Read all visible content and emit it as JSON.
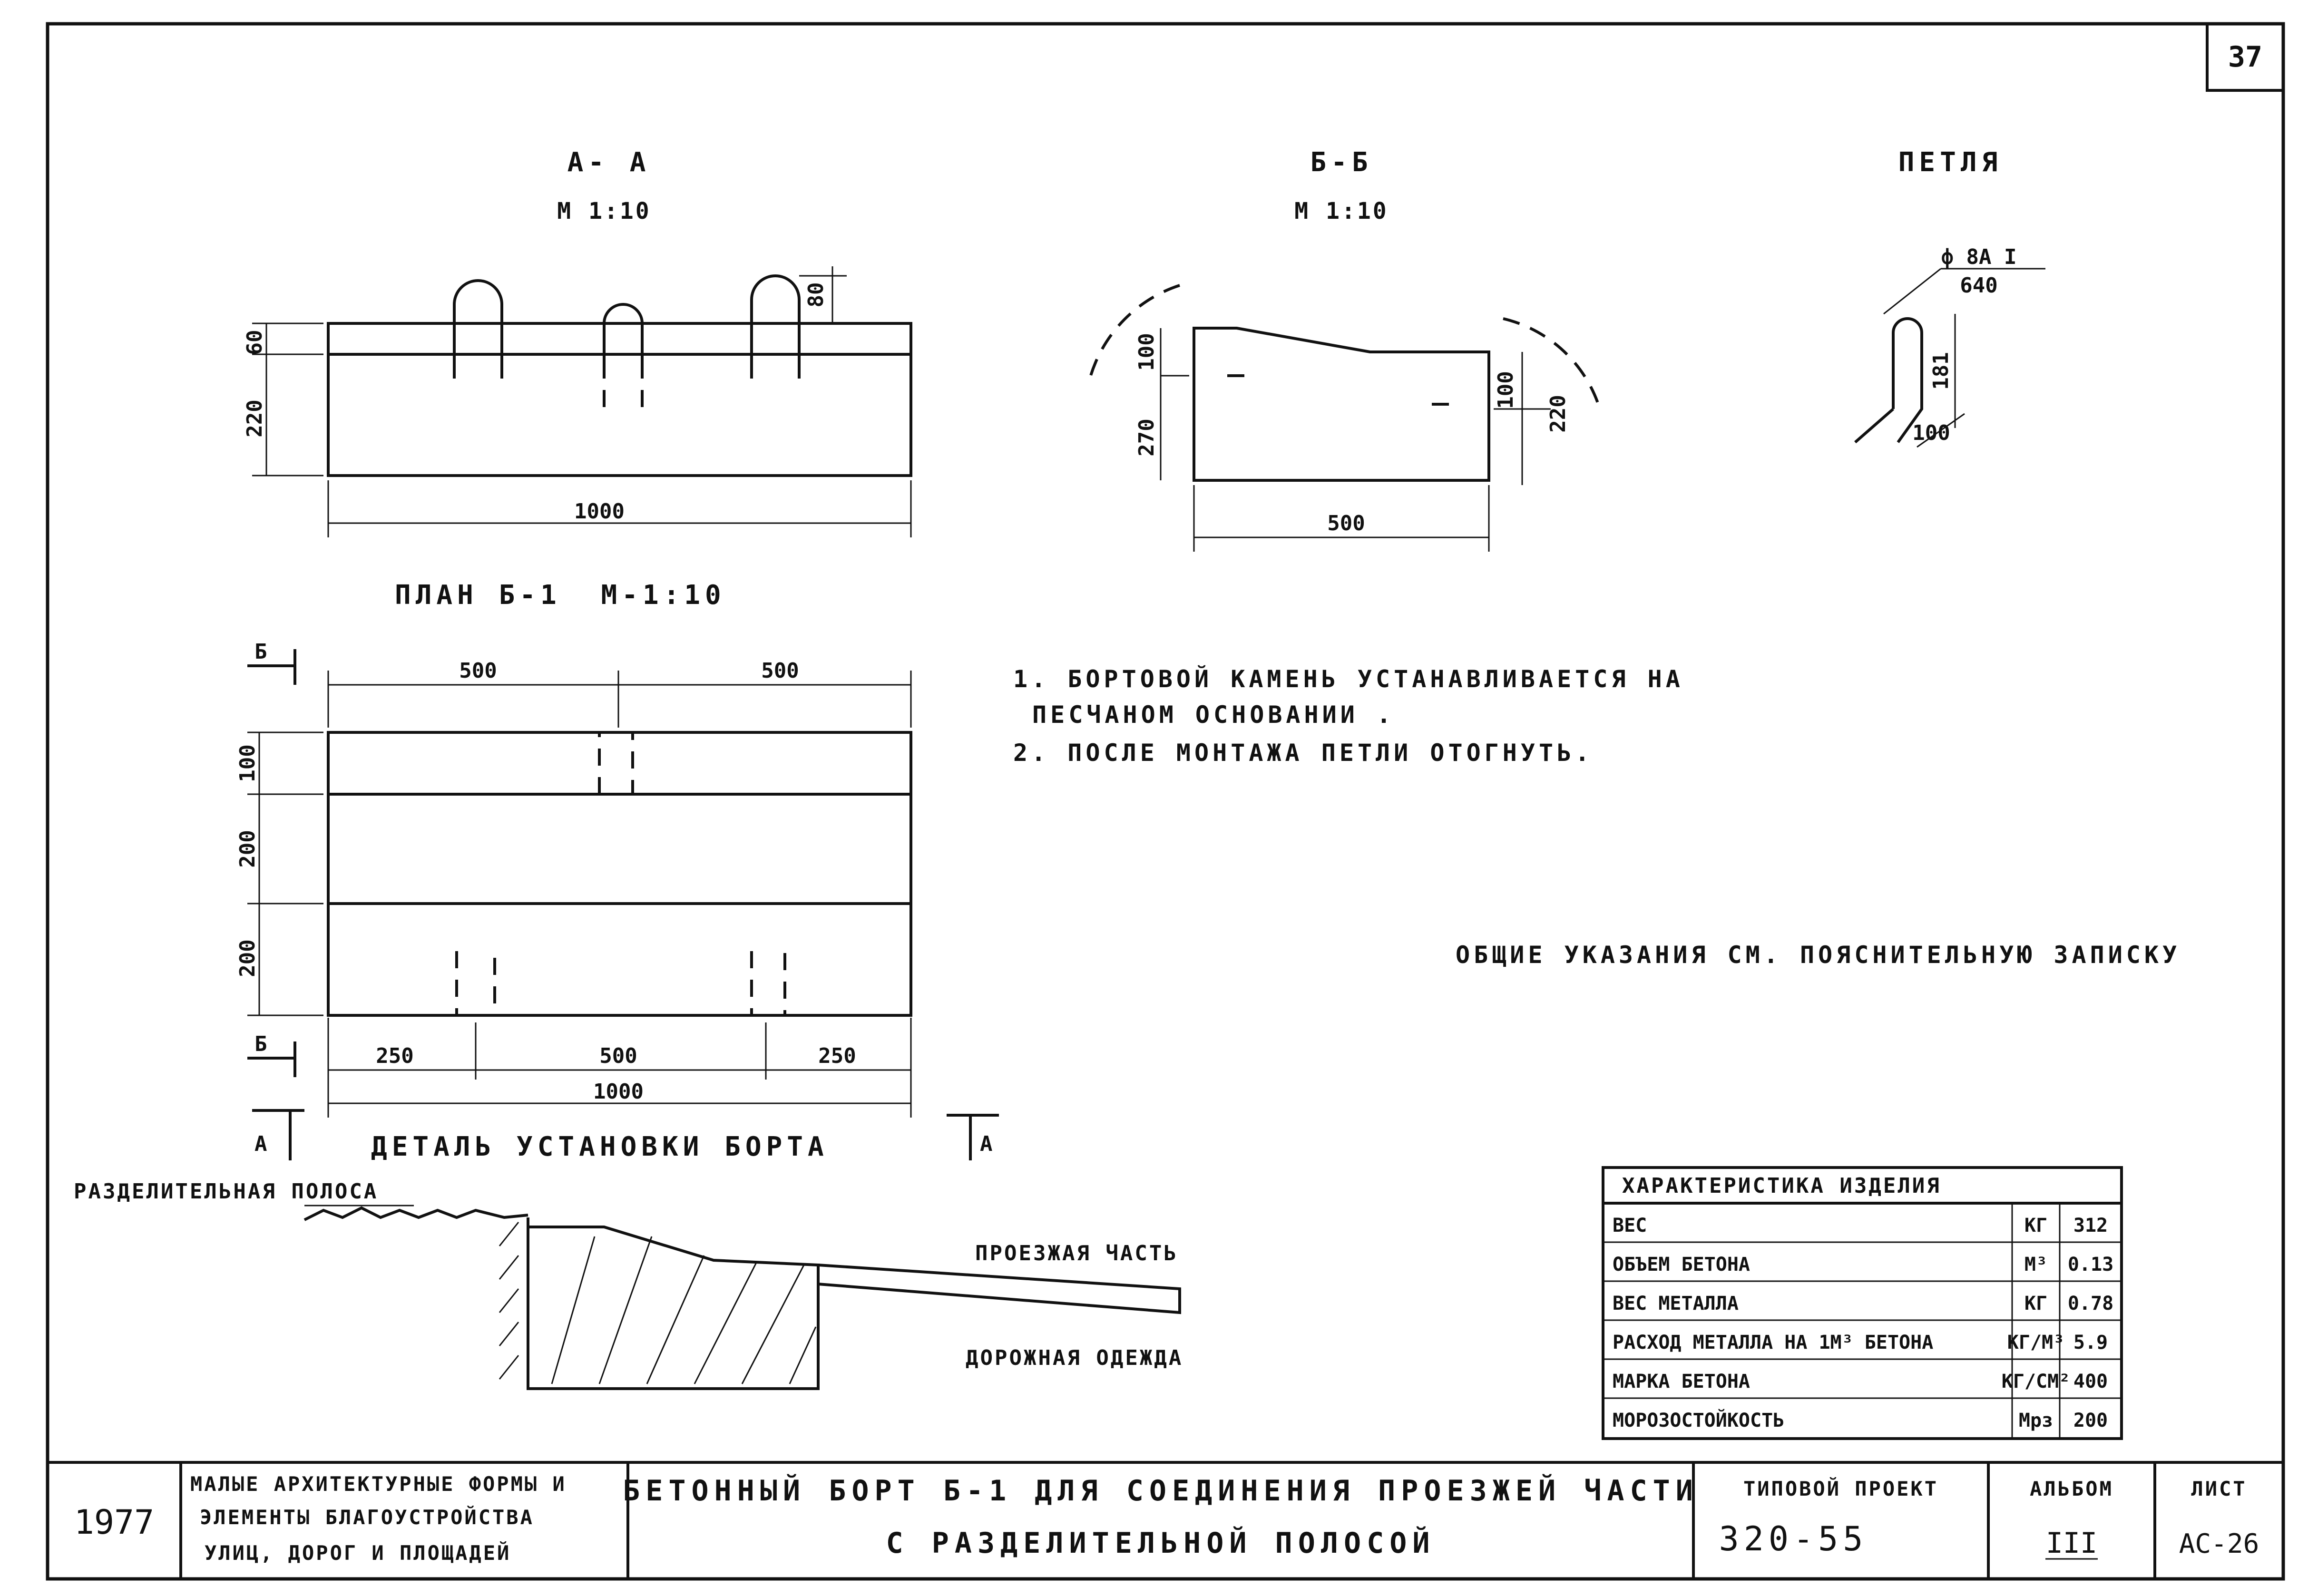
{
  "sheet_number": "37",
  "views": {
    "section_aa": {
      "title": "А- А",
      "scale": "М 1:10",
      "dims": {
        "top": "60",
        "height": "220",
        "loop": "80",
        "length": "1000"
      }
    },
    "section_bb": {
      "title": "Б-Б",
      "scale": "М 1:10",
      "dims": {
        "left_top": "100",
        "left_height": "270",
        "right_inner": "100",
        "right_height": "220",
        "length": "500"
      }
    },
    "loop": {
      "title": "ПЕТЛЯ",
      "rebar": "ф 8А I",
      "rebar_length": "640",
      "dims": {
        "height": "181",
        "hook": "100"
      }
    },
    "plan": {
      "title": "ПЛАН Б-1",
      "scale": "М-1:10",
      "cut_b": "Б",
      "cut_a": "А",
      "dims": {
        "top_left": "500",
        "top_right": "500",
        "row1": "100",
        "row2": "200",
        "row3": "200",
        "bottom_left": "250",
        "bottom_mid": "500",
        "bottom_right": "250",
        "total": "1000"
      }
    },
    "install_detail": {
      "title": "ДЕТАЛЬ УСТАНОВКИ БОРТА",
      "median": "РАЗДЕЛИТЕЛЬНАЯ ПОЛОСА",
      "carriageway": "ПРОЕЗЖАЯ ЧАСТЬ",
      "pavement": "ДОРОЖНАЯ ОДЕЖДА"
    }
  },
  "notes": [
    "1. БОРТОВОЙ КАМЕНЬ УСТАНАВЛИВАЕТСЯ НА",
    "ПЕСЧАНОМ ОСНОВАНИИ .",
    "2. ПОСЛЕ МОНТАЖА ПЕТЛИ ОТОГНУТЬ."
  ],
  "general_note": "ОБЩИЕ УКАЗАНИЯ СМ. ПОЯСНИТЕЛЬНУЮ ЗАПИСКУ",
  "characteristics": {
    "title": "ХАРАКТЕРИСТИКА ИЗДЕЛИЯ",
    "rows": [
      {
        "name": "ВЕС",
        "unit": "КГ",
        "value": "312"
      },
      {
        "name": "ОБЪЕМ БЕТОНА",
        "unit": "М³",
        "value": "0.13"
      },
      {
        "name": "ВЕС МЕТАЛЛА",
        "unit": "КГ",
        "value": "0.78"
      },
      {
        "name": "РАСХОД МЕТАЛЛА НА 1М³ БЕТОНА",
        "unit": "КГ/М³",
        "value": "5.9"
      },
      {
        "name": "МАРКА БЕТОНА",
        "unit": "КГ/СМ²",
        "value": "400"
      },
      {
        "name": "МОРОЗОСТОЙКОСТЬ",
        "unit": "Мрз",
        "value": "200"
      }
    ]
  },
  "title_block": {
    "year": "1977",
    "series": [
      "МАЛЫЕ АРХИТЕКТУРНЫЕ ФОРМЫ И",
      "ЭЛЕМЕНТЫ БЛАГОУСТРОЙСТВА",
      "УЛИЦ, ДОРОГ И ПЛОЩАДЕЙ"
    ],
    "title": [
      "БЕТОННЫЙ БОРТ Б-1 ДЛЯ СОЕДИНЕНИЯ ПРОЕЗЖЕЙ ЧАСТИ",
      "С РАЗДЕЛИТЕЛЬНОЙ ПОЛОСОЙ"
    ],
    "project_label": "ТИПОВОЙ ПРОЕКТ",
    "project_value": "320-55",
    "album_label": "АЛЬБОМ",
    "album_value": "III",
    "sheet_label": "ЛИСТ",
    "sheet_value": "АС-26"
  }
}
